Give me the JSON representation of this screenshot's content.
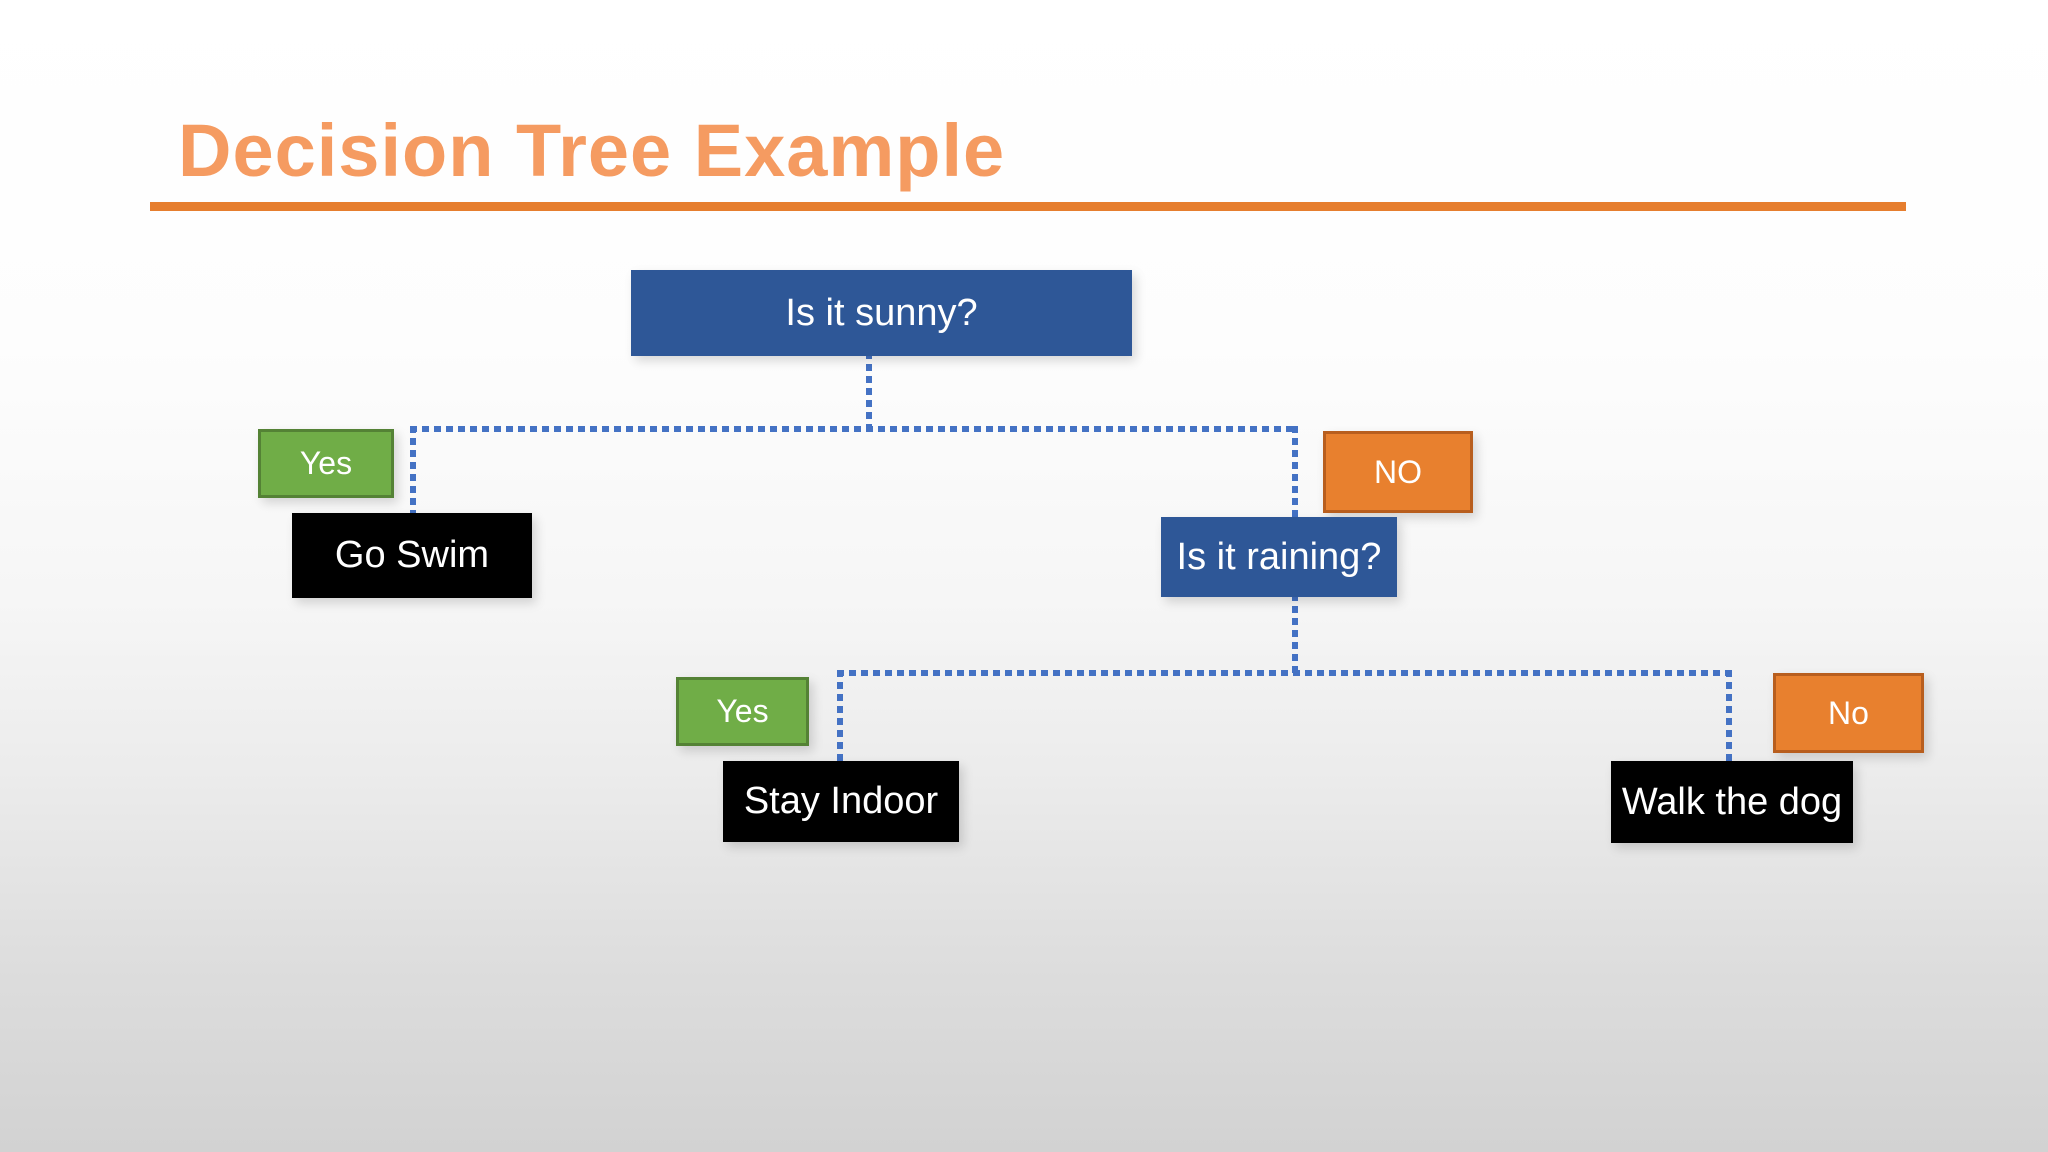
{
  "slide": {
    "title": "Decision Tree Example"
  },
  "theme": {
    "title_color": "#F59B61",
    "underline_color": "#E67E2E",
    "question_fill": "#2E5797",
    "action_fill": "#000000",
    "yes_fill": "#70AD47",
    "yes_border": "#548235",
    "no_fill": "#E8802E",
    "no_border": "#B85E1E",
    "connector_color": "#4472C4",
    "node_text_color": "#FFFFFF",
    "background_top": "#FFFFFF",
    "background_bottom": "#D2D2D2"
  },
  "tree": {
    "root_question": {
      "label": "Is it sunny?"
    },
    "branch_yes_1": {
      "label": "Yes"
    },
    "branch_no_1": {
      "label": "NO"
    },
    "action_go_swim": {
      "label": "Go Swim"
    },
    "question_raining": {
      "label": "Is it raining?"
    },
    "branch_yes_2": {
      "label": "Yes"
    },
    "branch_no_2": {
      "label": "No"
    },
    "action_stay_indoor": {
      "label": "Stay Indoor"
    },
    "action_walk_dog": {
      "label": "Walk the dog"
    }
  }
}
